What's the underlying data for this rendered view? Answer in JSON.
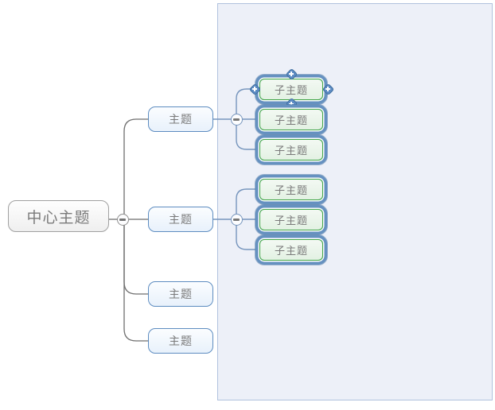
{
  "app": {
    "view": "mind-map-canvas"
  },
  "colors": {
    "canvas_bg": "#ffffff",
    "selection_fill": "#edf0f8",
    "selection_border": "#b0c2de",
    "root_border": "#a0a0a0",
    "topic_border": "#5d8cc0",
    "subtopic_border": "#3fa446",
    "subtopic_selection_ring": "#6591c0",
    "connector_gray": "#6e6e6e",
    "connector_blue": "#7695bd",
    "text": "#7a7a7a"
  },
  "mindmap": {
    "root": {
      "label": "中心主题"
    },
    "topics": [
      {
        "label": "主题"
      },
      {
        "label": "主题"
      },
      {
        "label": "主题"
      },
      {
        "label": "主题"
      }
    ],
    "subtopics": [
      {
        "label": "子主题"
      },
      {
        "label": "子主题"
      },
      {
        "label": "子主题"
      },
      {
        "label": "子主题"
      },
      {
        "label": "子主题"
      },
      {
        "label": "子主题"
      }
    ]
  }
}
